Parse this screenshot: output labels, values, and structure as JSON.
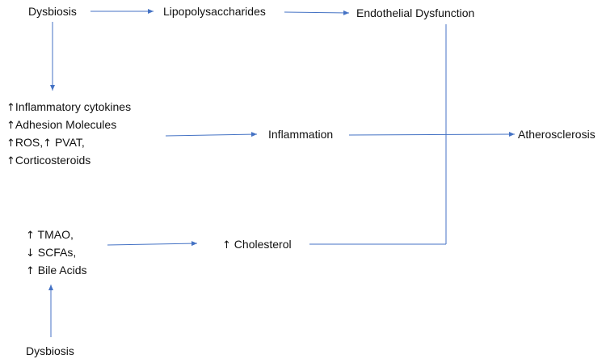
{
  "nodes": {
    "dysbiosis_top": "Dysbiosis",
    "lps": "Lipopolysaccharides",
    "endothelial": "Endothelial Dysfunction",
    "cytokines_block": {
      "line1": "Inflammatory cytokines",
      "line2": "Adhesion Molecules",
      "line3a": "ROS,",
      "line3b": "PVAT,",
      "line4": "Corticosteroids"
    },
    "inflammation": "Inflammation",
    "atherosclerosis": "Atherosclerosis",
    "tmao_block": {
      "line1": "TMAO,",
      "line2": "SCFAs,",
      "line3": "Bile Acids"
    },
    "cholesterol": "Cholesterol",
    "dysbiosis_bottom": "Dysbiosis"
  },
  "glyphs": {
    "up": "↑",
    "down": "↓"
  },
  "colors": {
    "edge": "#4472C4",
    "text": "#111111"
  }
}
